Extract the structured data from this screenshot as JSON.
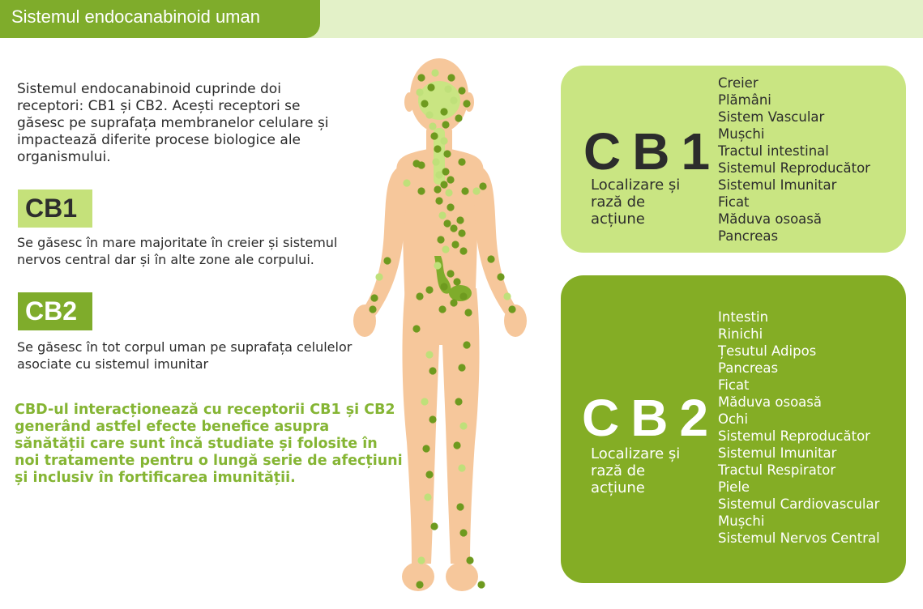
{
  "header": {
    "title": "Sistemul endocanabinoid uman"
  },
  "intro": "Sistemul endocanabinoid cuprinde doi receptori: CB1 și CB2. Acești receptori se găsesc pe suprafața membranelor celulare și impactează diferite procese biologice ale organismului.",
  "cb1": {
    "badge": "CB1",
    "description": "Se găsesc în mare majoritate în creier și sistemul nervos central dar și în alte zone ale corpului."
  },
  "cb2": {
    "badge": "CB2",
    "description": "Se găsesc în tot corpul uman pe suprafața celulelor asociate cu sistemul imunitar"
  },
  "cbd_text": "CBD-ul interacționează cu receptorii CB1 și CB2 generând astfel efecte benefice asupra sănătății care sunt încă studiate și folosite în noi tratamente pentru o lungă serie de afecțiuni și inclusiv în fortificarea imunității.",
  "cards": {
    "cb1": {
      "title": "CB1",
      "subtitle": "Localizare și rază de acțiune",
      "items": [
        "Creier",
        "Plămâni",
        "Sistem Vascular",
        "Mușchi",
        "Tractul intestinal",
        "Sistemul Reproducător",
        "Sistemul Imunitar",
        "Ficat",
        "Măduva osoasă",
        "Pancreas"
      ]
    },
    "cb2": {
      "title": "CB2",
      "subtitle": "Localizare și rază de acțiune",
      "items": [
        "Intestin",
        "Rinichi",
        "Țesutul Adipos",
        "Pancreas",
        "Ficat",
        "Măduva osoasă",
        "Ochi",
        "Sistemul Reproducător",
        "Sistemul Imunitar",
        "Tractul Respirator",
        "Piele",
        "Sistemul Cardiovascular",
        "Mușchi",
        "Sistemul Nervos Central"
      ]
    }
  },
  "colors": {
    "header_green": "#7fac2b",
    "header_band": "#e3f1c8",
    "light_green": "#c9e582",
    "dark_green": "#84ad25",
    "skin": "#f6c79b",
    "dot_dark": "#6e9a1f",
    "dot_light": "#bfe07a"
  }
}
